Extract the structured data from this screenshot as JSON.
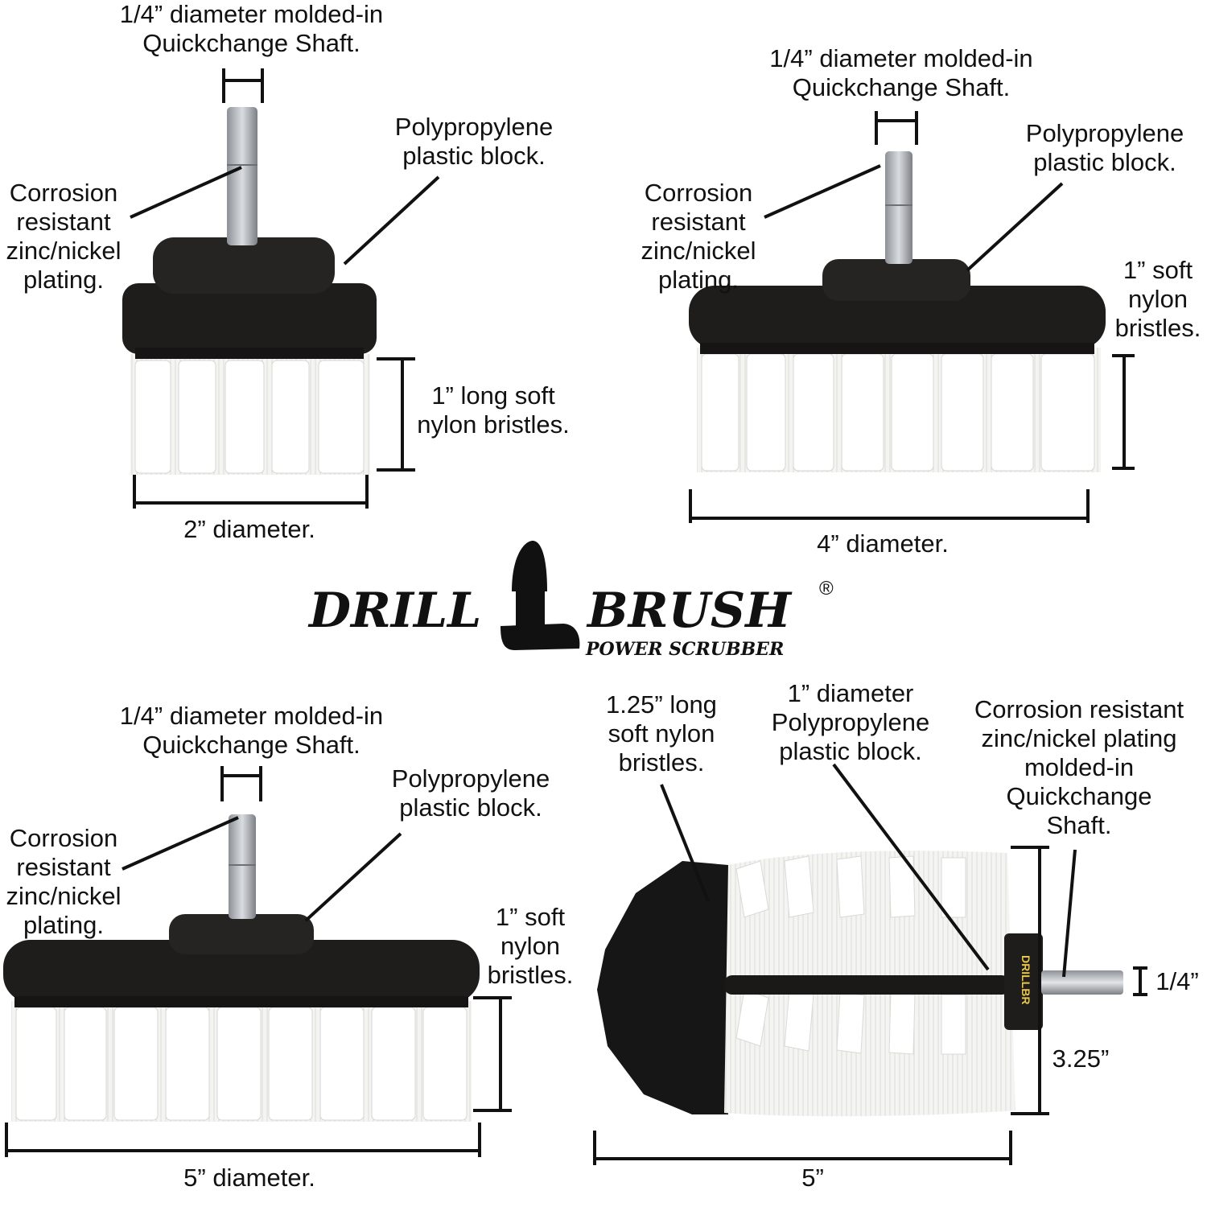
{
  "brand": {
    "name_left": "DRILL",
    "name_right": "BRUSH",
    "tagline": "POWER SCRUBBER",
    "registered": "®",
    "brush_print": "DRILLBR"
  },
  "colors": {
    "bristle": "#f4f4f2",
    "block": "#1f1d1c",
    "shaft": "#b8bcc2",
    "text": "#111111",
    "dark_bristle": "#121212"
  },
  "brush_2in": {
    "shaft_label": [
      "1/4” diameter molded-in",
      "Quickchange Shaft."
    ],
    "plating_label": [
      "Corrosion",
      "resistant",
      "zinc/nickel",
      "plating."
    ],
    "block_label": [
      "Polypropylene",
      "plastic block."
    ],
    "bristle_label": [
      "1” long soft",
      "nylon bristles."
    ],
    "diameter_label": "2” diameter."
  },
  "brush_4in": {
    "shaft_label": [
      "1/4” diameter molded-in",
      "Quickchange Shaft."
    ],
    "plating_label": [
      "Corrosion",
      "resistant",
      "zinc/nickel",
      "plating."
    ],
    "block_label": [
      "Polypropylene",
      "plastic block."
    ],
    "bristle_label": [
      "1” soft",
      "nylon",
      "bristles."
    ],
    "diameter_label": "4” diameter."
  },
  "brush_5in": {
    "shaft_label": [
      "1/4” diameter molded-in",
      "Quickchange Shaft."
    ],
    "plating_label": [
      "Corrosion",
      "resistant",
      "zinc/nickel",
      "plating."
    ],
    "block_label": [
      "Polypropylene",
      "plastic block."
    ],
    "bristle_label": [
      "1” soft",
      "nylon",
      "bristles."
    ],
    "diameter_label": "5” diameter."
  },
  "cone_brush": {
    "bristle_label": [
      "1.25” long",
      "soft nylon",
      "bristles."
    ],
    "block_label": [
      "1” diameter",
      "Polypropylene",
      "plastic block."
    ],
    "shaft_label": [
      "Corrosion resistant",
      "zinc/nickel plating",
      "molded-in",
      "Quickchange",
      "Shaft."
    ],
    "shaft_size": "1/4”",
    "height": "3.25”",
    "length": "5”"
  }
}
